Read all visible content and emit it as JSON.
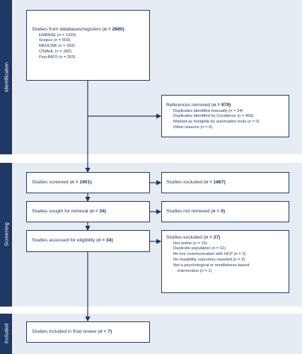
{
  "phases": {
    "identification": "Identification",
    "screening": "Screening",
    "included": "Included"
  },
  "identification": {
    "databases": {
      "prefix": "Studies from databases/registers (",
      "n": "n",
      "suffix": " = 2880)",
      "items": [
        {
          "name": "EMBASE (",
          "n": "n",
          "value": " = 1339)"
        },
        {
          "name": "Scopus (",
          "n": "n",
          "value": " = 603)"
        },
        {
          "name": "MEDLINE (",
          "n": "n",
          "value": " = 393)"
        },
        {
          "name": "CINAHL (",
          "n": "n",
          "value": " = 282)"
        },
        {
          "name": "PsycINFO (",
          "n": "n",
          "value": " = 263)"
        }
      ]
    },
    "removed": {
      "prefix": "References removed (",
      "n": "n",
      "suffix": " = 979)",
      "items": [
        {
          "name": "Duplicates identified manually (",
          "n": "n",
          "value": " = 24)"
        },
        {
          "name": "Duplicates identified by Covidence (",
          "n": "n",
          "value": " = 955)"
        },
        {
          "name": "Marked as ineligible by automation tools (",
          "n": "n",
          "value": " = 0)"
        },
        {
          "name": "Other reasons (",
          "n": "n",
          "value": " = 0)"
        }
      ]
    }
  },
  "screening": {
    "screened": {
      "prefix": "Studies screened (",
      "n": "n",
      "suffix": " = 1901)"
    },
    "excluded": {
      "prefix": "Studies excluded (",
      "n": "n",
      "suffix": " = 1867)"
    },
    "sought": {
      "prefix": "Studies sought for retrieval (",
      "n": "n",
      "suffix": " = 34)"
    },
    "not_retrieved": {
      "prefix": "Studies not retrieved (",
      "n": "n",
      "suffix": " = 0)"
    },
    "assessed": {
      "prefix": "Studies assessed for eligibility (",
      "n": "n",
      "suffix": " = 34)"
    },
    "excluded2": {
      "prefix": "Studies excluded (",
      "n": "n",
      "suffix": " = 27)",
      "items": [
        {
          "em": "Not ",
          "name": "online",
          "n": "n",
          "value": " = 10)",
          "open": " ("
        },
        {
          "em": "",
          "name": "Duplicate population (",
          "n": "n",
          "value": " = 11)",
          "open": ""
        },
        {
          "em": "",
          "name": "No live communication with HCP (",
          "n": "n",
          "value": " = 3)",
          "open": ""
        },
        {
          "em": "",
          "name": "No feasibility outcomes reported (",
          "n": "n",
          "value": " = 2)",
          "open": ""
        },
        {
          "em": "",
          "name": "Not a psychological or mindfulness-based",
          "n": "",
          "value": "",
          "open": ""
        }
      ],
      "last_line": {
        "name": "intervention (",
        "n": "n",
        "value": " = 1)"
      }
    }
  },
  "included": {
    "final": {
      "prefix": "Studies included in final review (",
      "n": "n",
      "suffix": " = 7)"
    }
  }
}
